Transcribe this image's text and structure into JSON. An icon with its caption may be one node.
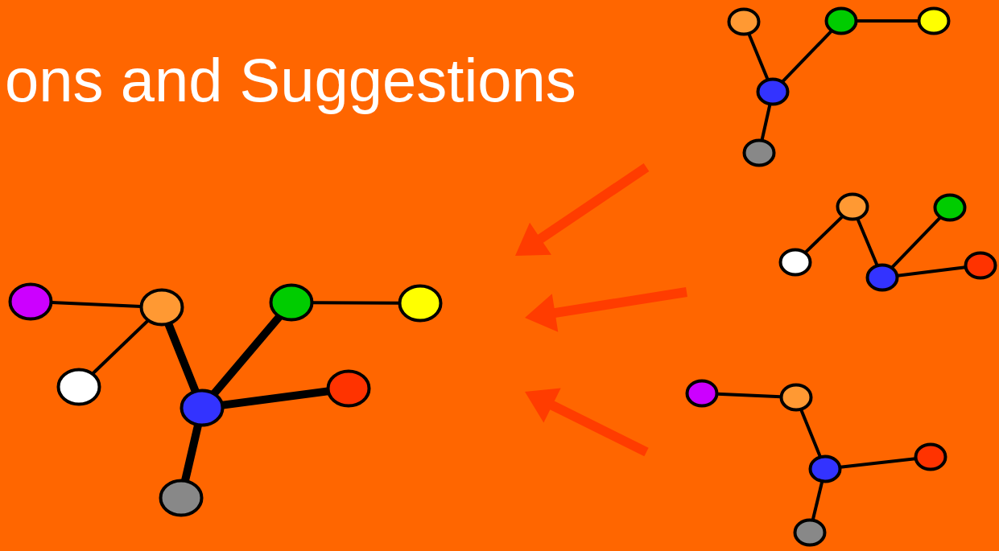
{
  "diagram": {
    "title": "ons and Suggestions",
    "nodes": [
      {
        "text": [],
        "shape": "circle"
      },
      {
        "text": [],
        "shape": "circle"
      },
      {
        "text": [],
        "shape": "circle"
      },
      {
        "text": [],
        "shape": "circle"
      },
      {
        "text": [],
        "shape": "circle"
      },
      {
        "text": [],
        "shape": "circle"
      },
      {
        "text": [],
        "shape": "circle"
      },
      {
        "text": [],
        "shape": "circle"
      },
      {
        "text": [],
        "shape": "circle"
      },
      {
        "text": [],
        "shape": "circle"
      },
      {
        "text": [],
        "shape": "circle"
      },
      {
        "text": [],
        "shape": "circle"
      },
      {
        "text": [],
        "shape": "circle"
      },
      {
        "text": [],
        "shape": "circle"
      },
      {
        "text": [],
        "shape": "circle"
      },
      {
        "text": [],
        "shape": "circle"
      },
      {
        "text": [],
        "shape": "circle"
      },
      {
        "text": [],
        "shape": "circle"
      },
      {
        "text": [],
        "shape": "circle"
      },
      {
        "text": [],
        "shape": "circle"
      },
      {
        "text": [],
        "shape": "circle"
      },
      {
        "text": [],
        "shape": "circle"
      },
      {
        "text": [],
        "shape": "circle"
      }
    ],
    "edges": [
      {
        "from": 0,
        "to": 1,
        "arrow": "none"
      },
      {
        "from": 1,
        "to": 4,
        "arrow": "none"
      },
      {
        "from": 1,
        "to": 6,
        "arrow": "none",
        "style": "thick"
      },
      {
        "from": 6,
        "to": 2,
        "arrow": "none",
        "style": "thick"
      },
      {
        "from": 2,
        "to": 3,
        "arrow": "none"
      },
      {
        "from": 6,
        "to": 5,
        "arrow": "none",
        "style": "thick"
      },
      {
        "from": 6,
        "to": 7,
        "arrow": "none",
        "style": "thick"
      },
      {
        "from": 8,
        "to": 11,
        "arrow": "none"
      },
      {
        "from": 11,
        "to": 9,
        "arrow": "none"
      },
      {
        "from": 9,
        "to": 10,
        "arrow": "none"
      },
      {
        "from": 11,
        "to": 12,
        "arrow": "none"
      },
      {
        "from": 15,
        "to": 13,
        "arrow": "none"
      },
      {
        "from": 13,
        "to": 17,
        "arrow": "none"
      },
      {
        "from": 17,
        "to": 14,
        "arrow": "none"
      },
      {
        "from": 17,
        "to": 16,
        "arrow": "none"
      },
      {
        "from": 18,
        "to": 19,
        "arrow": "none"
      },
      {
        "from": 19,
        "to": 21,
        "arrow": "none"
      },
      {
        "from": 21,
        "to": 20,
        "arrow": "none"
      },
      {
        "from": 21,
        "to": 22,
        "arrow": "none"
      }
    ]
  }
}
